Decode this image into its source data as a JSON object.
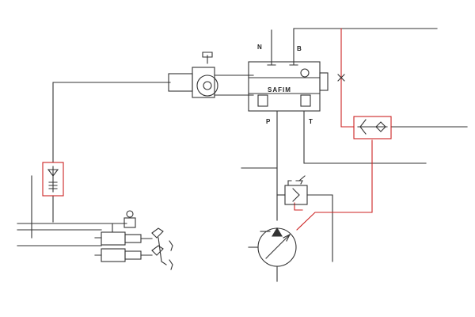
{
  "diagram": {
    "ports": {
      "n": "N",
      "b": "B",
      "p": "P",
      "t": "T"
    },
    "valve_brand": "SAFIM",
    "colors": {
      "line": "#333333",
      "signal_line": "#cc2222",
      "highlight_box": "#cc2222"
    },
    "components": {
      "directional_valve": "directional-control-valve",
      "shuttle_right": "shuttle-valve",
      "check_left": "check-valve",
      "relief": "pressure-relief-valve",
      "pump": "variable-displacement-pump",
      "pedal_valves": "brake-pedal-valves"
    }
  }
}
